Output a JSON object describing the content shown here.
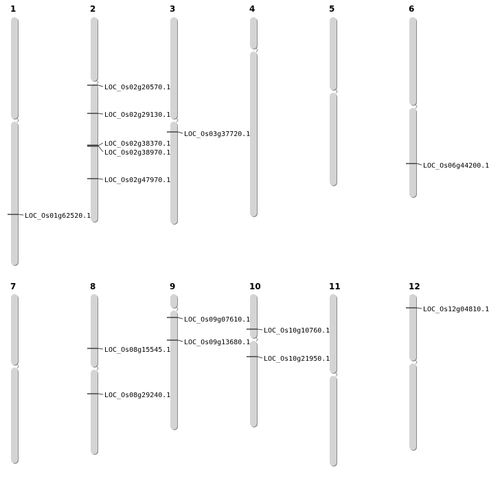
{
  "title": "Chromosome map",
  "colors": {
    "chromosome": "#d4d4d4",
    "chromosome_edge": "#8a8a8a",
    "marker": "#444444"
  },
  "chromosomes": [
    {
      "name": "1",
      "genes": [
        "LOC_Os01g62520.1"
      ]
    },
    {
      "name": "2",
      "genes": [
        "LOC_Os02g20570.1",
        "LOC_Os02g29130.1",
        "LOC_Os02g38370.1",
        "LOC_Os02g38970.1",
        "LOC_Os02g47970.1"
      ]
    },
    {
      "name": "3",
      "genes": [
        "LOC_Os03g37720.1"
      ]
    },
    {
      "name": "4",
      "genes": []
    },
    {
      "name": "5",
      "genes": []
    },
    {
      "name": "6",
      "genes": [
        "LOC_Os06g44200.1"
      ]
    },
    {
      "name": "7",
      "genes": []
    },
    {
      "name": "8",
      "genes": [
        "LOC_Os08g15545.1",
        "LOC_Os08g29240.1"
      ]
    },
    {
      "name": "9",
      "genes": [
        "LOC_Os09g07610.1",
        "LOC_Os09g13680.1"
      ]
    },
    {
      "name": "10",
      "genes": [
        "LOC_Os10g10760.1",
        "LOC_Os10g21950.1"
      ]
    },
    {
      "name": "11",
      "genes": []
    },
    {
      "name": "12",
      "genes": [
        "LOC_Os12g04810.1"
      ]
    }
  ]
}
